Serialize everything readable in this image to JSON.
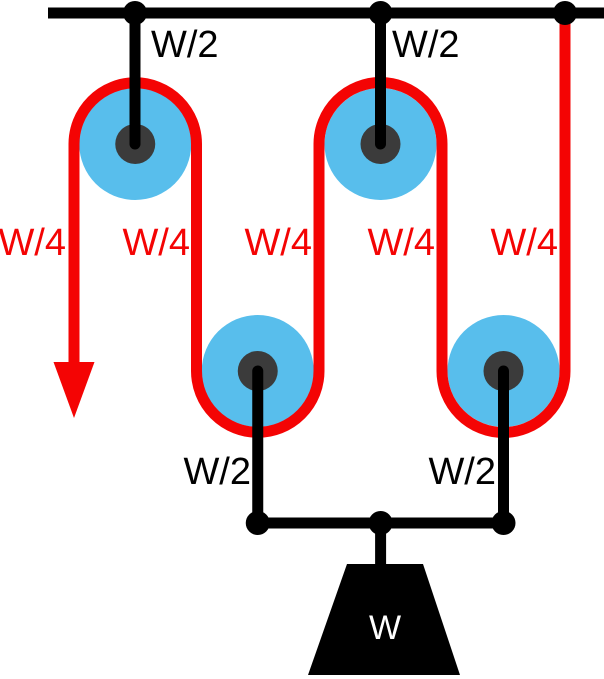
{
  "colors": {
    "rope_red": "#f40404",
    "pulley_blue": "#58beec",
    "hub_gray": "#3b3b3b",
    "structure_black": "#000000",
    "weight_text": "#ffffff",
    "background": "#ffffff"
  },
  "labels": {
    "ceiling_rope_left": "W/2",
    "ceiling_rope_right": "W/2",
    "w4_segments": [
      "W/4",
      "W/4",
      "W/4",
      "W/4",
      "W/4"
    ],
    "lower_rope_left": "W/2",
    "lower_rope_right": "W/2",
    "weight": "W"
  },
  "icons": {
    "free_end_arrow": "down-arrow-icon"
  },
  "figure": {
    "pulley_count": 4,
    "anchor_dot_count": 6
  }
}
